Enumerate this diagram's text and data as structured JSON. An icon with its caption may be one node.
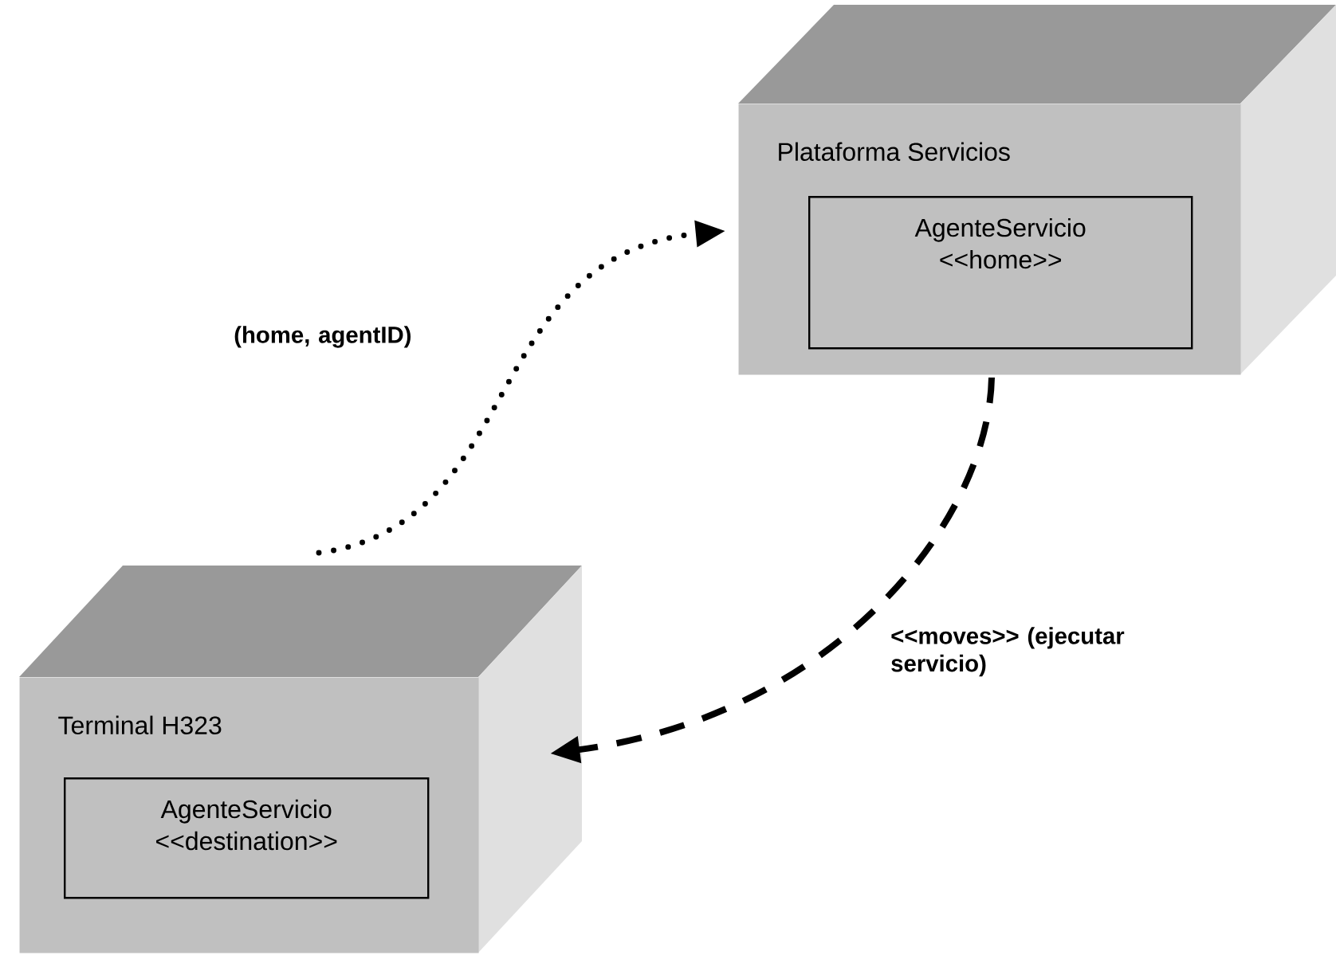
{
  "diagram": {
    "nodes": [
      {
        "text": [
          "Plataforma Servicios"
        ]
      },
      {
        "text": [
          "AgenteServicio <<home>>"
        ],
        "in": 0
      },
      {
        "text": [
          "Terminal H323"
        ]
      },
      {
        "text": [
          "AgenteServicio <<destination>>"
        ],
        "in": 2
      }
    ],
    "edges": [
      {
        "from": 2,
        "to": 0,
        "arrow": "to",
        "label": "(home, agentID)"
      },
      {
        "from": 0,
        "to": 2,
        "arrow": "to",
        "style": "dashed",
        "label": "<<moves>> (ejecutar servicio)"
      }
    ]
  }
}
